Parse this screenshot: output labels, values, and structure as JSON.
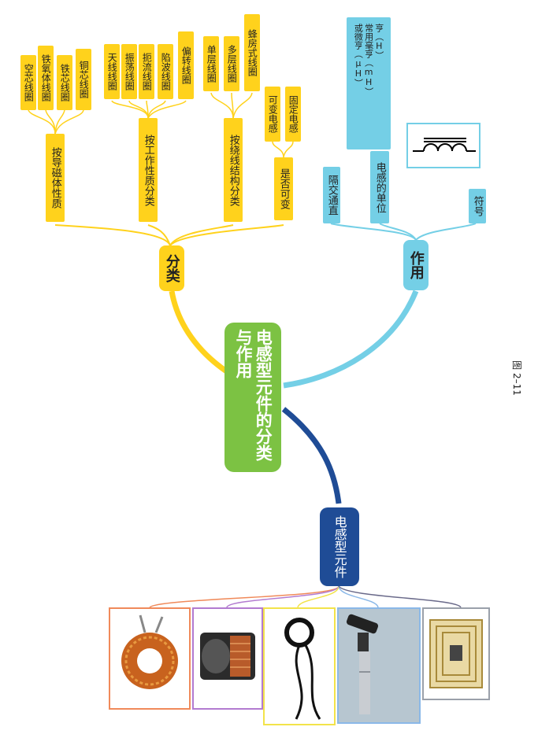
{
  "center": {
    "title": "电感型元件的分类与作用"
  },
  "classification": {
    "label": "分类",
    "groups": [
      {
        "label": "按导磁体性质",
        "items": [
          "空芯线圈",
          "铁氧体线圈",
          "铁芯线圈",
          "铜芯线圈"
        ]
      },
      {
        "label": "按工作性质分类",
        "items": [
          "天线线圈",
          "振荡线圈",
          "扼流线圈",
          "陷波线圈",
          "偏转线圈"
        ]
      },
      {
        "label": "按绕线结构分类",
        "items": [
          "单层线圈",
          "多层线圈",
          "蜂房式线圈"
        ]
      },
      {
        "label": "是否可变",
        "items": [
          "可变电感",
          "固定电感"
        ]
      }
    ]
  },
  "function": {
    "label": "作用",
    "items": [
      {
        "label": "隔交通直"
      },
      {
        "label": "电感的单位",
        "detail": "亨（H）\n常用毫亨（mH）\n或微亨（μH）"
      },
      {
        "label": "符号"
      }
    ]
  },
  "components": {
    "label": "电感型元件"
  },
  "photos": [
    {
      "name": "toroidal-coil",
      "border": "#f08a5a"
    },
    {
      "name": "power-inductor",
      "border": "#b27bd0"
    },
    {
      "name": "loop-antenna",
      "border": "#f2e34a"
    },
    {
      "name": "sensor-probe",
      "border": "#8ab8e8"
    },
    {
      "name": "rfid-tag",
      "border": "#9aa0aa"
    }
  ],
  "caption": "图 2–11",
  "colors": {
    "center": "#7cc243",
    "classification": "#ffd21c",
    "function": "#74cfe6",
    "components": "#1f4c96"
  }
}
